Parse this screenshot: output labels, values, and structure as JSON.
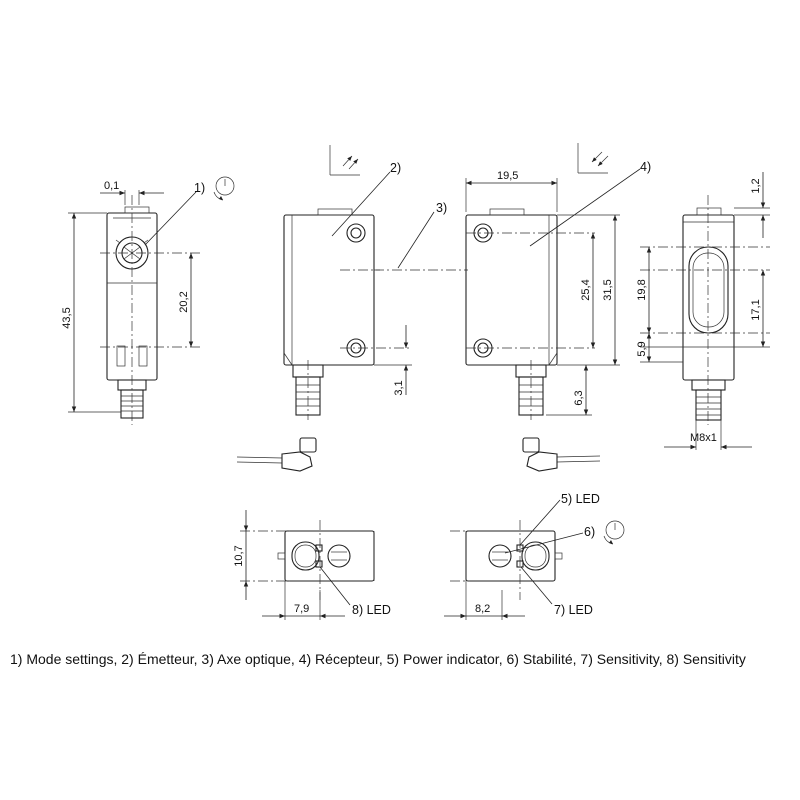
{
  "caption": "1) Mode settings, 2) Émetteur, 3) Axe optique, 4) Récepteur, 5) Power indicator, 6) Stabilité, 7) Sensitivity, 8) Sensitivity",
  "callouts": {
    "c1": "1)",
    "c2": "2)",
    "c3": "3)",
    "c4": "4)",
    "c5": "5) LED",
    "c6": "6)",
    "c7": "7) LED",
    "c8": "8) LED"
  },
  "dimensions": {
    "d_0_1": "0,1",
    "d_43_5": "43,5",
    "d_20_2": "20,2",
    "d_3_1": "3,1",
    "d_19_5": "19,5",
    "d_25_4": "25,4",
    "d_31_5": "31,5",
    "d_6_3": "6,3",
    "d_1_2": "1,2",
    "d_19_8": "19,8",
    "d_17_1": "17,1",
    "d_5_9": "5,9",
    "d_m8x1": "M8x1",
    "d_10_7": "10,7",
    "d_7_9": "7,9",
    "d_8_2": "8,2"
  },
  "icons": {
    "rotary": "rotary-adjust-icon",
    "emitter_symbol": "emitter-light-icon",
    "receiver_symbol": "receiver-light-icon"
  }
}
